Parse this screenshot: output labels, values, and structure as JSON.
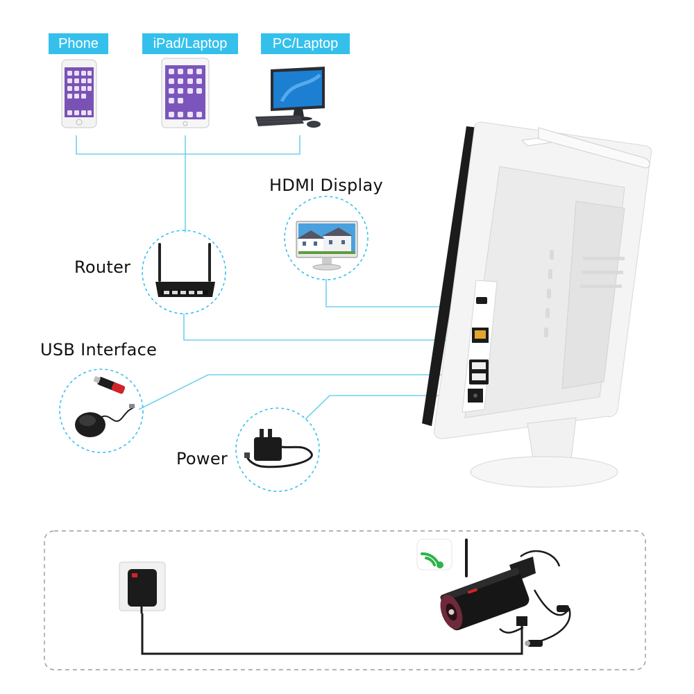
{
  "devices": [
    {
      "label": "Phone"
    },
    {
      "label": "iPad/Laptop"
    },
    {
      "label": "PC/Laptop"
    }
  ],
  "ports": {
    "hdmi": "HDMI Display",
    "router": "Router",
    "usb": "USB Interface",
    "power": "Power"
  },
  "colors": {
    "tag_bg": "#35c0ec",
    "line": "#6fd0ee",
    "wifi": "#2db34a",
    "brand": "#d2232a"
  },
  "icons": [
    "phone-icon",
    "tablet-icon",
    "desktop-icon",
    "monitor-icon",
    "router-icon",
    "usb-drive-icon",
    "mouse-icon",
    "power-adapter-icon",
    "nvr-monitor-icon",
    "wall-outlet-icon",
    "camera-icon",
    "wifi-icon"
  ]
}
